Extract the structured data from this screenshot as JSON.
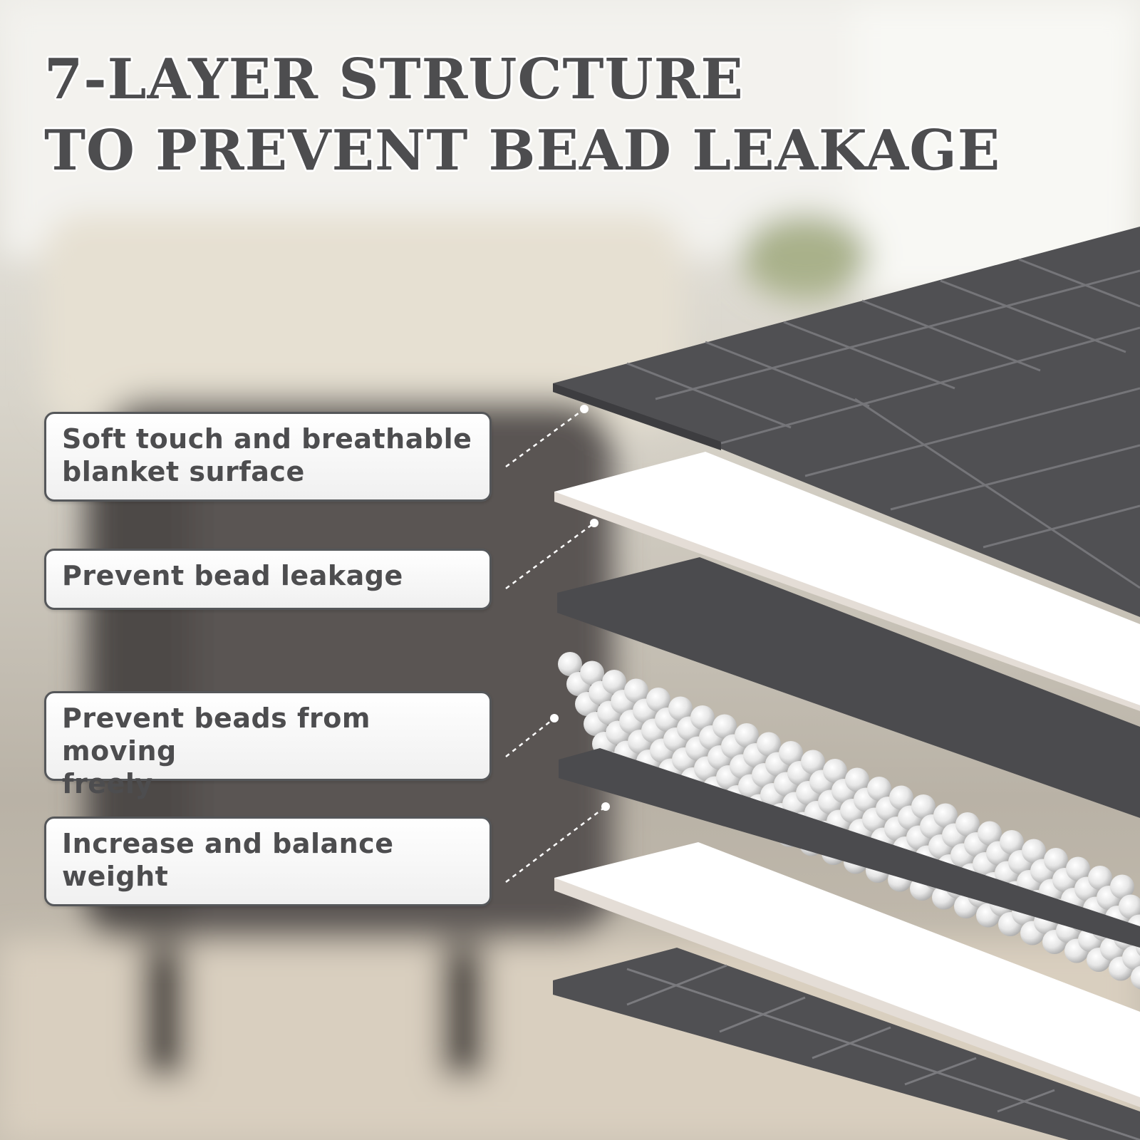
{
  "headline": {
    "line1": "7-LAYER STRUCTURE",
    "line2": "TO PREVENT BEAD LEAKAGE"
  },
  "callouts": [
    {
      "text": "Soft touch and breathable\nblanket surface"
    },
    {
      "text": "Prevent bead leakage"
    },
    {
      "text": "Prevent beads from moving\nfreely"
    },
    {
      "text": "Increase and balance\nweight"
    }
  ],
  "colors": {
    "text_dark": "#4d4d4f",
    "layer_dark": "#4a4a4c",
    "layer_white": "#ffffff",
    "bead": "#e8e8e8",
    "background_blur": "#cfcac0"
  }
}
